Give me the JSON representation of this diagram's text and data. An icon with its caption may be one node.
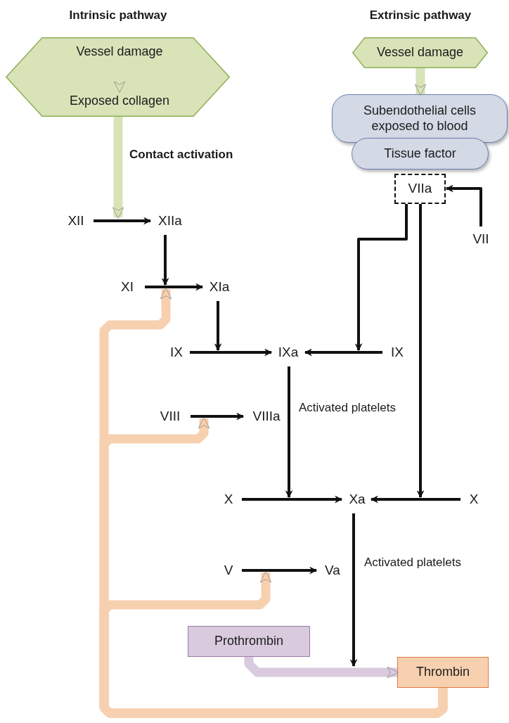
{
  "diagram": {
    "nodes": [
      {
        "text": [],
        "shape": "hexagon"
      },
      {
        "text": [
          "Vessel damage"
        ],
        "in": 0
      },
      {
        "text": [
          "Exposed collagen"
        ],
        "in": 0
      },
      {
        "text": [
          "Vessel damage"
        ]
      },
      {
        "text": [
          "Subendothelial cells exposed to blood"
        ]
      },
      {
        "text": [
          "Tissue factor"
        ]
      },
      {
        "text": [
          "VIIa"
        ]
      },
      {
        "text": [
          "VII"
        ]
      },
      {
        "text": [
          "XII"
        ]
      },
      {
        "text": [
          "XIIa"
        ]
      },
      {
        "text": [
          "XI"
        ]
      },
      {
        "text": [
          "XIa"
        ]
      },
      {
        "text": [
          "IX"
        ]
      },
      {
        "text": [
          "IXa"
        ]
      },
      {
        "text": [
          "IX"
        ]
      },
      {
        "text": [
          "VIII"
        ]
      },
      {
        "text": [
          "VIIIa"
        ]
      },
      {
        "text": [
          "X"
        ]
      },
      {
        "text": [
          "Xa"
        ]
      },
      {
        "text": [
          "X"
        ]
      },
      {
        "text": [
          "V"
        ]
      },
      {
        "text": [
          "Va"
        ]
      },
      {
        "text": [
          "Prothrombin"
        ]
      },
      {
        "text": [
          "Thrombin"
        ]
      }
    ],
    "edges": [
      {
        "from": 1,
        "to": 2,
        "arrow": "to",
        "style": "thick",
        "color": "#d8e3b8"
      },
      {
        "from": 0,
        "to": 8,
        "arrow": "to",
        "label": "Contact activation",
        "style": "thick",
        "color": "#d8e3b8"
      },
      {
        "from": 3,
        "to": 4,
        "arrow": "to",
        "style": "thick",
        "color": "#d8e3b8"
      },
      {
        "from": 8,
        "to": 9,
        "arrow": "to"
      },
      {
        "from": 9,
        "to": null,
        "arrow": "to"
      },
      {
        "from": 10,
        "to": 11,
        "arrow": "to"
      },
      {
        "from": 11,
        "to": null,
        "arrow": "to"
      },
      {
        "from": 12,
        "to": 13,
        "arrow": "to"
      },
      {
        "from": 14,
        "to": 13,
        "arrow": "to"
      },
      {
        "from": 6,
        "to": null,
        "arrow": "to"
      },
      {
        "from": 6,
        "to": null,
        "arrow": "to"
      },
      {
        "from": 7,
        "to": 6,
        "arrow": "to"
      },
      {
        "from": 15,
        "to": 16,
        "arrow": "to"
      },
      {
        "from": 13,
        "to": null,
        "arrow": "to",
        "label": "Activated platelets"
      },
      {
        "from": 17,
        "to": 18,
        "arrow": "to"
      },
      {
        "from": 19,
        "to": 18,
        "arrow": "to"
      },
      {
        "from": 20,
        "to": 21,
        "arrow": "to"
      },
      {
        "from": 18,
        "to": null,
        "arrow": "to",
        "label": "Activated platelets"
      },
      {
        "from": 22,
        "to": 23,
        "arrow": "to",
        "style": "thick",
        "color": "#d9cadd"
      },
      {
        "from": 23,
        "to": 10,
        "arrow": "to",
        "style": "thick",
        "color": "#f7d0b0"
      },
      {
        "from": 23,
        "to": 15,
        "arrow": "to",
        "style": "thick",
        "color": "#f7d0b0"
      },
      {
        "from": 23,
        "to": 20,
        "arrow": "to",
        "style": "thick",
        "color": "#f7d0b0"
      }
    ],
    "labels": [
      "Intrinsic pathway",
      "Extrinsic pathway"
    ]
  }
}
